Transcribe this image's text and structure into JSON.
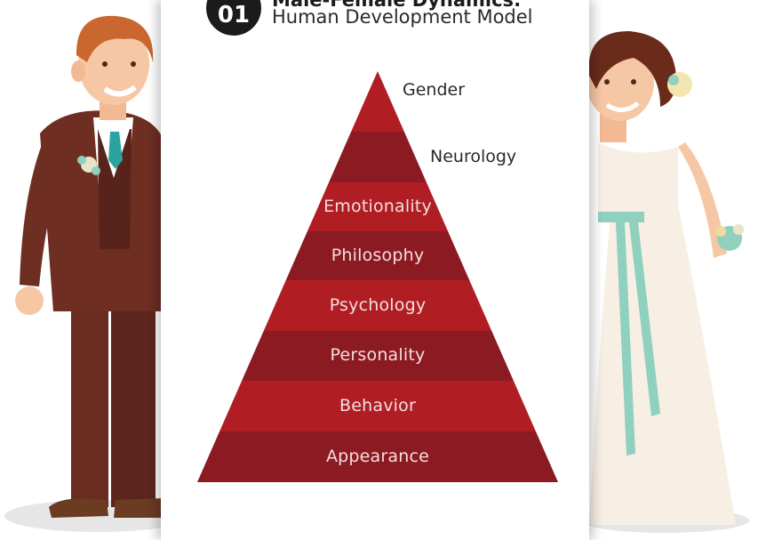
{
  "header": {
    "number": "01",
    "title": "Male-Female Dynamics:",
    "subtitle": "Human Development Model"
  },
  "pyramid": {
    "levels": [
      {
        "label": "Gender",
        "color": "#b01e24"
      },
      {
        "label": "Neurology",
        "color": "#8c1a22"
      },
      {
        "label": "Emotionality",
        "color": "#b01e24"
      },
      {
        "label": "Philosophy",
        "color": "#8c1a22"
      },
      {
        "label": "Psychology",
        "color": "#b01e24"
      },
      {
        "label": "Personality",
        "color": "#8c1a22"
      },
      {
        "label": "Behavior",
        "color": "#b01e24"
      },
      {
        "label": "Appearance",
        "color": "#8c1a22"
      }
    ]
  },
  "colors": {
    "suit": "#6e2e22",
    "suit_dark": "#57231a",
    "tie": "#2ba3a0",
    "dress": "#f7efe4",
    "sash": "#8fd0bf",
    "skin": "#f6c7a4",
    "groom_hair": "#c9672f",
    "bride_hair": "#6a2b1b"
  }
}
